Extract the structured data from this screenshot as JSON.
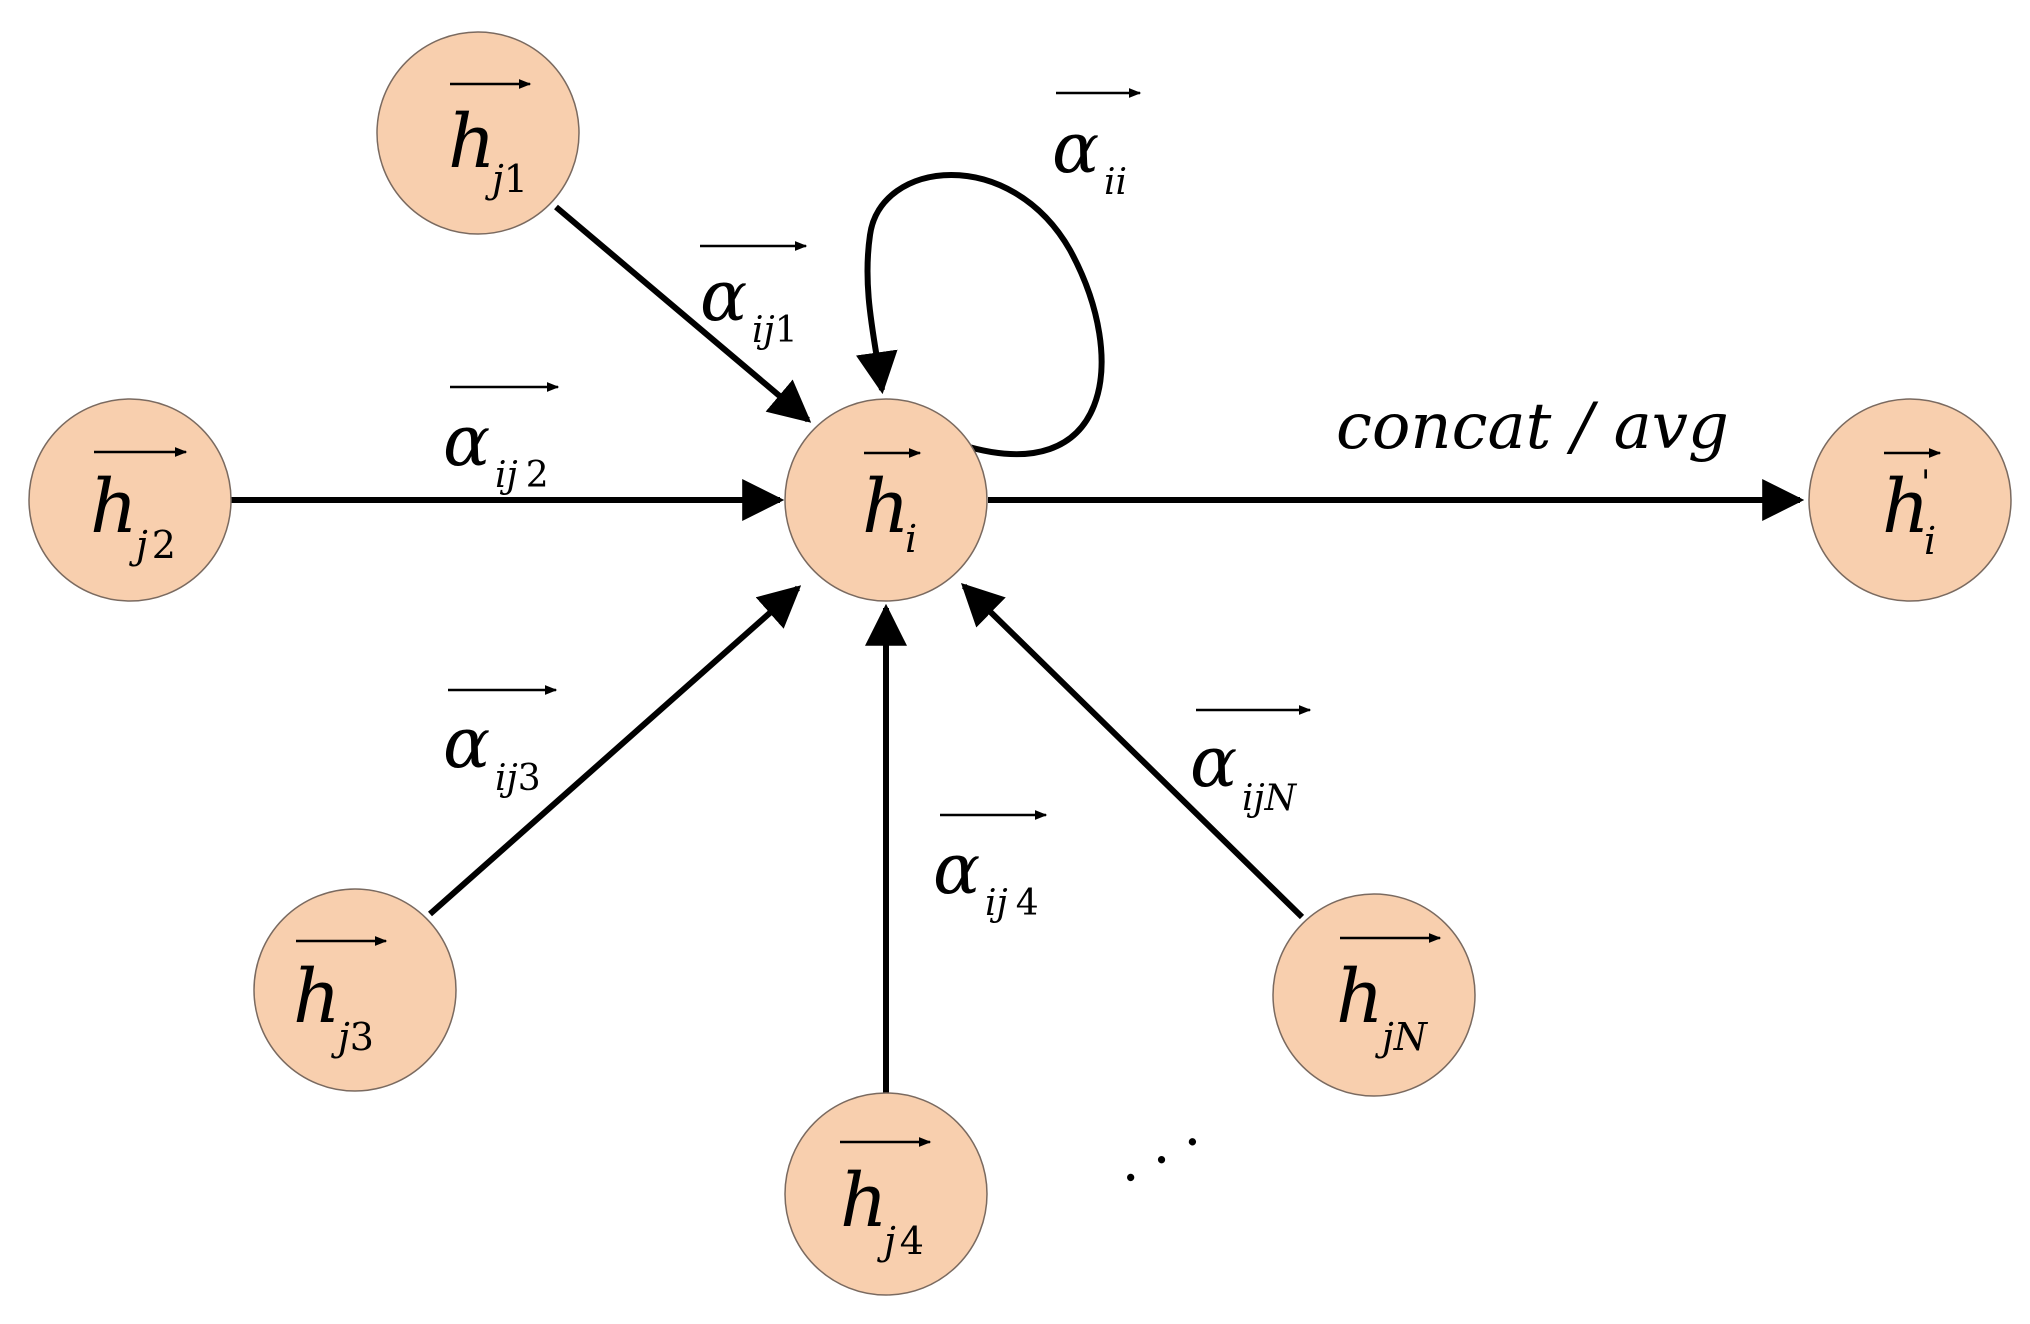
{
  "nodes": {
    "hj1": {
      "symbol": "h",
      "sub_italic": "j",
      "sub_plain": "1"
    },
    "hj2": {
      "symbol": "h",
      "sub_italic": "j",
      "sub_plain": "2"
    },
    "hj3": {
      "symbol": "h",
      "sub_italic": "j",
      "sub_plain": "3"
    },
    "hj4": {
      "symbol": "h",
      "sub_italic": "j",
      "sub_plain": "4"
    },
    "hjN": {
      "symbol": "h",
      "sub_italic": "jN",
      "sub_plain": ""
    },
    "hi": {
      "symbol": "h",
      "sub_italic": "i",
      "sub_plain": ""
    },
    "hi_out": {
      "symbol": "h",
      "sub_italic": "i",
      "prime": "'"
    }
  },
  "edge_labels": {
    "aij1": {
      "symbol": "α",
      "sub_italic": "ij",
      "sub_plain": "1"
    },
    "aij2": {
      "symbol": "α",
      "sub_italic": "ij",
      "sub_plain": "2"
    },
    "aij3": {
      "symbol": "α",
      "sub_italic": "ij",
      "sub_plain": "3"
    },
    "aij4": {
      "symbol": "α",
      "sub_italic": "ij",
      "sub_plain": "4"
    },
    "aijN": {
      "symbol": "α",
      "sub_italic": "ijN",
      "sub_plain": ""
    },
    "aii": {
      "symbol": "α",
      "sub_italic": "ii",
      "sub_plain": ""
    }
  },
  "output_label": "concat / avg",
  "ellipsis": ". . .",
  "colors": {
    "node_fill": "#f8cfae",
    "edge": "#000000"
  }
}
